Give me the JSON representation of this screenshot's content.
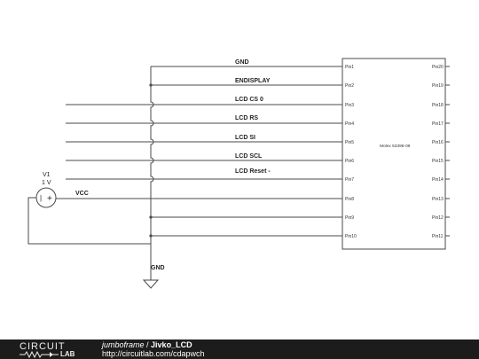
{
  "schematic": {
    "nets": {
      "gnd_top": "GND",
      "endisplay": "ENDISPLAY",
      "lcd_cs": "LCD CS 0",
      "lcd_rs": "LCD RS",
      "lcd_si": "LCD SI",
      "lcd_scl": "LCD SCL",
      "lcd_reset": "LCD Reset -",
      "vcc": "VCC",
      "gnd_bottom": "GND"
    },
    "source": {
      "name": "V1",
      "value": "1 V"
    },
    "connector": {
      "part": "Molex 53398-08",
      "left_pins": [
        "Pin1",
        "Pin2",
        "Pin3",
        "Pin4",
        "Pin5",
        "Pin6",
        "Pin7",
        "Pin8",
        "Pin9",
        "Pin10"
      ],
      "right_pins": [
        "Pin20",
        "Pin19",
        "Pin18",
        "Pin17",
        "Pin16",
        "Pin15",
        "Pin14",
        "Pin13",
        "Pin12",
        "Pin11"
      ]
    }
  },
  "footer": {
    "logo_top": "CIRCUIT",
    "logo_bottom": "LAB",
    "author": "jumboframe",
    "separator": " / ",
    "title": "Jivko_LCD",
    "url": "http://circuitlab.com/cdapwch"
  }
}
